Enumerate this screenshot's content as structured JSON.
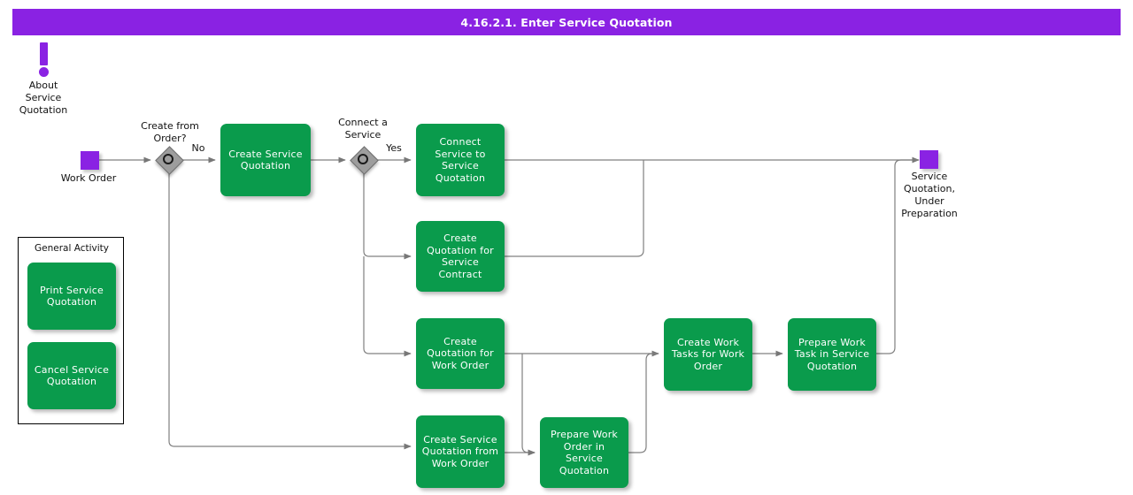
{
  "header": {
    "title": "4.16.2.1. Enter Service Quotation",
    "bar_color": "#8A22E3",
    "text_color": "#FFFFFF"
  },
  "theme": {
    "task_fill": "#0A9B4C",
    "task_text": "#FFFFFF",
    "event_fill": "#8A22E3",
    "gateway_fill": "#9D9D9D",
    "connector": "#808080",
    "canvas": "#FFFFFF"
  },
  "note": {
    "icon": "exclamation-icon",
    "label": "About\nService\nQuotation"
  },
  "events": {
    "start": {
      "name": "work-order",
      "label": "Work Order"
    },
    "end": {
      "name": "service-quotation-under-preparation",
      "label": "Service\nQuotation,\nUnder\nPreparation"
    }
  },
  "gateways": [
    {
      "id": "create-from-order",
      "label": "Create from\nOrder?",
      "outgoing_label": "No"
    },
    {
      "id": "connect-a-service",
      "label": "Connect a\nService",
      "outgoing_label": "Yes"
    }
  ],
  "tasks": [
    {
      "id": "create-service-quotation",
      "label": "Create\nService\nQuotation"
    },
    {
      "id": "connect-service-to-service-quotation",
      "label": "Connect Service\nto Service\nQuotation"
    },
    {
      "id": "create-quotation-for-service-contract",
      "label": "Create\nQuotation for\nService Contract"
    },
    {
      "id": "create-quotation-for-work-order",
      "label": "Create\nQuotation for\nWork Order"
    },
    {
      "id": "create-service-quotation-from-work-order",
      "label": "Create Service\nQuotation from\nWork Order"
    },
    {
      "id": "prepare-work-order-in-service-quotation",
      "label": "Prepare Work\nOrder in Service\nQuotation"
    },
    {
      "id": "create-work-tasks-for-work-order",
      "label": "Create Work\nTasks for Work\nOrder"
    },
    {
      "id": "prepare-work-task-in-service-quotation",
      "label": "Prepare Work\nTask in Service\nQuotation"
    }
  ],
  "general_activity": {
    "title": "General Activity",
    "tasks": [
      {
        "id": "print-service-quotation",
        "label": "Print\nService\nQuotation"
      },
      {
        "id": "cancel-service-quotation",
        "label": "Cancel\nService\nQuotation"
      }
    ]
  }
}
